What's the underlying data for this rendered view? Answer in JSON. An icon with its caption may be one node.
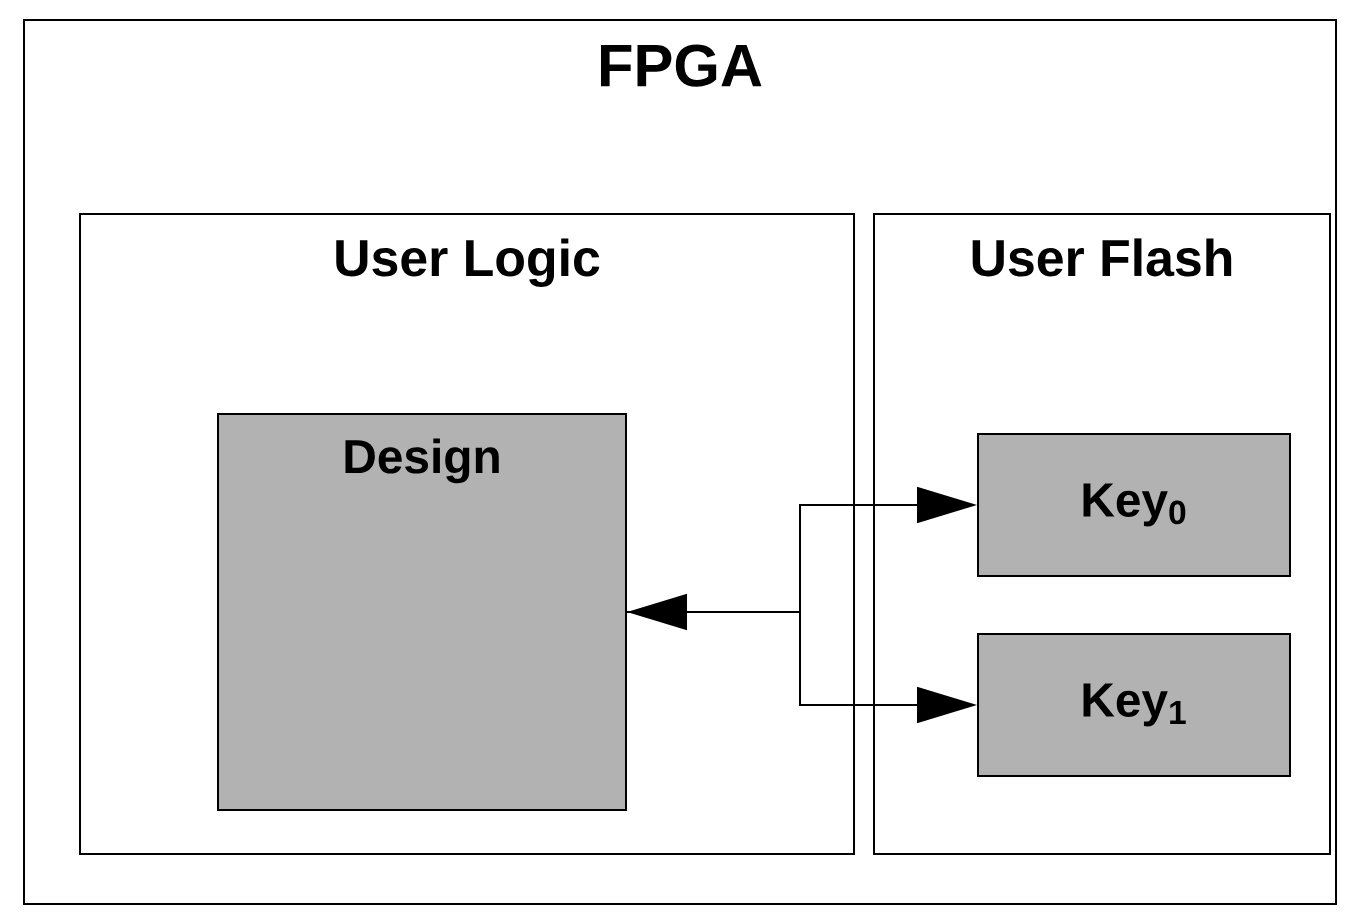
{
  "diagram": {
    "nodes": [
      {
        "text": [
          "FPGA"
        ]
      },
      {
        "text": [
          "User Logic"
        ],
        "in": 0
      },
      {
        "text": [
          "User Flash"
        ],
        "in": 0
      },
      {
        "text": [
          "Design"
        ],
        "in": 1
      },
      {
        "text": [
          "Key$_{0}$"
        ],
        "in": 2
      },
      {
        "text": [
          "Key$_{1}$"
        ],
        "in": 2
      }
    ],
    "edges": [
      {
        "from": 3,
        "to": 4,
        "arrow": "both"
      },
      {
        "from": 3,
        "to": 5,
        "arrow": "to"
      }
    ]
  }
}
